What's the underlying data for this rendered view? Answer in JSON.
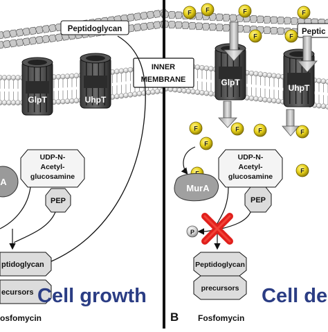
{
  "left_panel": {
    "peptidoglycan_label": "Peptidoglycan",
    "membrane_label_line1": "INNER",
    "membrane_label_line2": "MEMBRANE",
    "transporter_1": "GlpT",
    "transporter_2": "UhpT",
    "substrate_line1": "UDP-N-",
    "substrate_line2": "Acetyl-",
    "substrate_line3": "glucosamine",
    "enzyme_partial": "A",
    "pep_label": "PEP",
    "product_line1": "ptidoglycan",
    "product_line2": "ecursors",
    "outcome": "Cell growth",
    "caption": "osfomycin"
  },
  "right_panel": {
    "panel_letter": "B",
    "peptidoglycan_label": "Peptic",
    "transporter_1": "GlpT",
    "transporter_2": "UhpT",
    "substrate_line1": "UDP-N-",
    "substrate_line2": "Acetyl-",
    "substrate_line3": "glucosamine",
    "enzyme": "MurA",
    "pep_label": "PEP",
    "phosphate_label": "P",
    "product_line1": "Peptidoglycan",
    "product_line2": "precursors",
    "outcome": "Cell de",
    "caption": "Fosfomycin",
    "fosfomycin_molecule_label": "F"
  },
  "colors": {
    "fosfomycin_ball": "#e8d21a",
    "inhibition_cross": "#e0201c",
    "outcome_text": "#2b3d84",
    "divider": "#111111"
  }
}
